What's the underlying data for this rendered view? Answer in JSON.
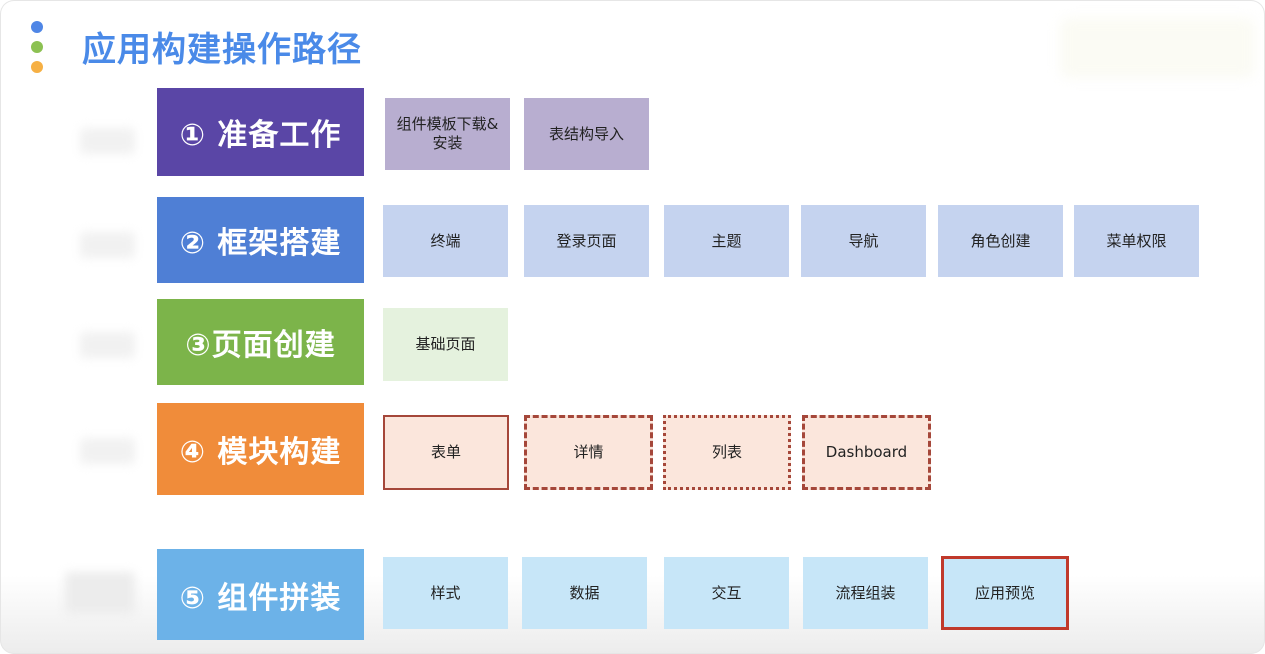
{
  "title": "应用构建操作路径",
  "colors": {
    "title": "#4a8ae8",
    "dot_blue": "#4f86e6",
    "dot_green": "#8cc152",
    "dot_orange": "#f6b044",
    "stage1": "#5a46a6",
    "stage2": "#4f7fd5",
    "stage3": "#7cb44a",
    "stage4": "#f08c3a",
    "stage5": "#6cb2e8",
    "highlight_border": "#c0392b"
  },
  "stages": [
    {
      "label": "① 准备工作",
      "steps": [
        "组件模板下载&安装",
        "表结构导入"
      ]
    },
    {
      "label": "② 框架搭建",
      "steps": [
        "终端",
        "登录页面",
        "主题",
        "导航",
        "角色创建",
        "菜单权限"
      ]
    },
    {
      "label": "③页面创建",
      "steps": [
        "基础页面"
      ]
    },
    {
      "label": "④ 模块构建",
      "steps": [
        "表单",
        "详情",
        "列表",
        "Dashboard"
      ]
    },
    {
      "label": "⑤ 组件拼装",
      "steps": [
        "样式",
        "数据",
        "交互",
        "流程组装",
        "应用预览"
      ]
    }
  ]
}
